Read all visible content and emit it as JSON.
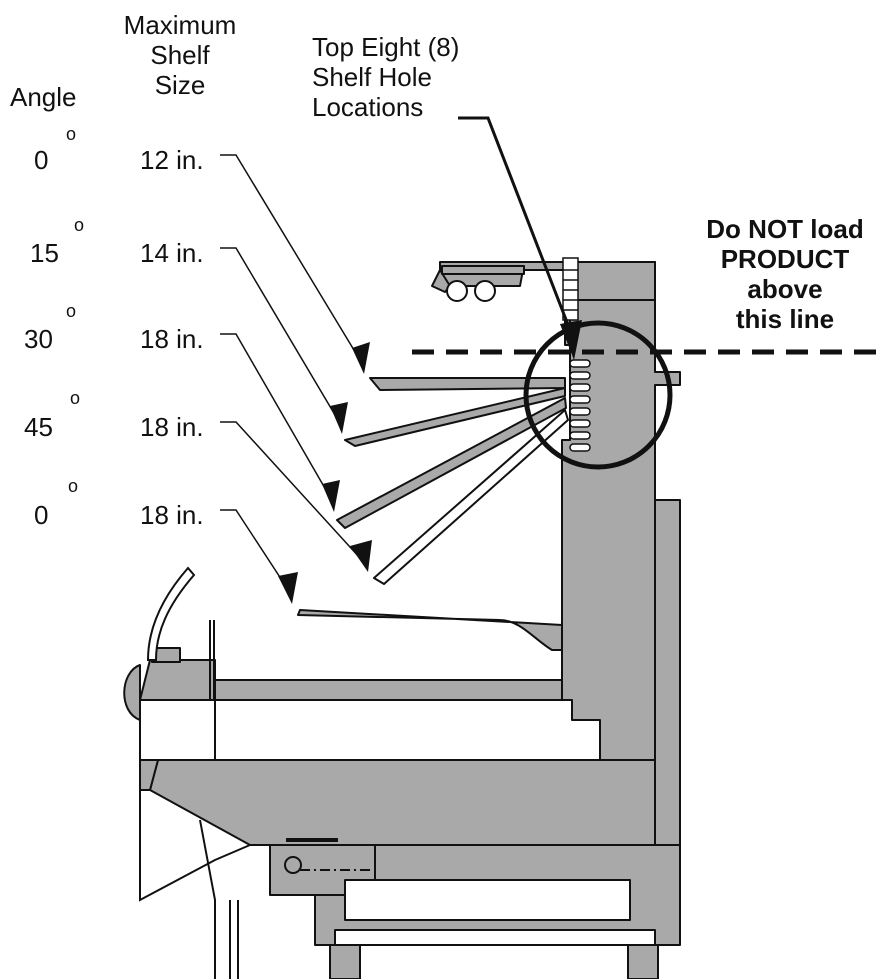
{
  "headers": {
    "angle": "Angle",
    "max_shelf_size_line1": "Maximum",
    "max_shelf_size_line2": "Shelf",
    "max_shelf_size_line3": "Size",
    "shelf_hole_line1": "Top Eight (8)",
    "shelf_hole_line2": "Shelf Hole",
    "shelf_hole_line3": "Locations"
  },
  "rows": [
    {
      "angle": "0",
      "degree_mark": "o",
      "size": "12 in."
    },
    {
      "angle": "15",
      "degree_mark": "o",
      "size": "14 in."
    },
    {
      "angle": "30",
      "degree_mark": "o",
      "size": "18 in."
    },
    {
      "angle": "45",
      "degree_mark": "o",
      "size": "18 in."
    },
    {
      "angle": "0",
      "degree_mark": "o",
      "size": "18 in."
    }
  ],
  "warning": {
    "line1": "Do NOT load",
    "line2": "PRODUCT",
    "line3": "above",
    "line4": "this line"
  },
  "colors": {
    "fill": "#a9a9a9",
    "stroke": "#111111"
  }
}
